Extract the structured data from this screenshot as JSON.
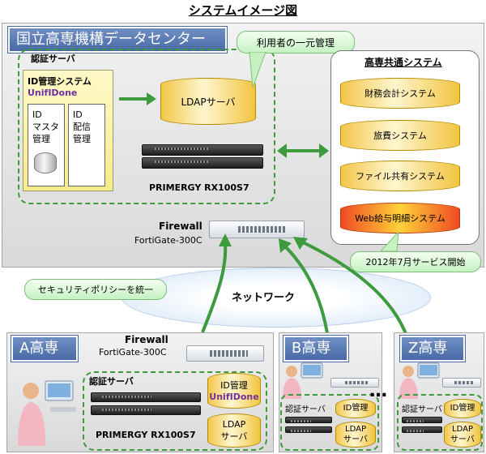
{
  "title": "システムイメージ図",
  "center": {
    "name": "国立高専機構データセンター",
    "auth_server_label": "認証サーバ",
    "id_system_title": "ID管理システム",
    "id_system_product": "UnifIDone",
    "id_master": "ID\nマスタ\n管理",
    "id_distribution": "ID\n配信\n管理",
    "ldap": "LDAPサーバ",
    "server_model": "PRIMERGY RX100S7",
    "user_mgmt_callout": "利用者の一元管理",
    "firewall_label": "Firewall",
    "firewall_model": "FortiGate-300C"
  },
  "common_systems": {
    "title": "高専共通システム",
    "items": [
      "財務会計システム",
      "旅費システム",
      "ファイル共有システム",
      "Web給与明細システム"
    ],
    "note": "2012年7月サービス開始"
  },
  "network": {
    "label": "ネットワーク",
    "security_callout": "セキュリティポリシーを統一"
  },
  "kosen_a": {
    "name": "A高専",
    "firewall_label": "Firewall",
    "firewall_model": "FortiGate-300C",
    "auth_server_label": "認証サーバ",
    "id_mgmt": "ID管理",
    "id_product": "UnifIDone",
    "ldap": "LDAP\nサーバ",
    "server_model": "PRIMERGY RX100S7"
  },
  "kosen_b": {
    "name": "B高専",
    "auth_server_label": "認証サーバ",
    "id_mgmt": "ID管理",
    "ldap": "LDAP\nサーバ"
  },
  "ellipsis": "…",
  "kosen_z": {
    "name": "Z高専",
    "auth_server_label": "認証サーバ",
    "id_mgmt": "ID管理",
    "ldap": "LDAP\nサーバ"
  },
  "colors": {
    "accent_green": "#3d9a3d",
    "title_blue": "#4a6aa5",
    "product_purple": "#7030a0"
  }
}
